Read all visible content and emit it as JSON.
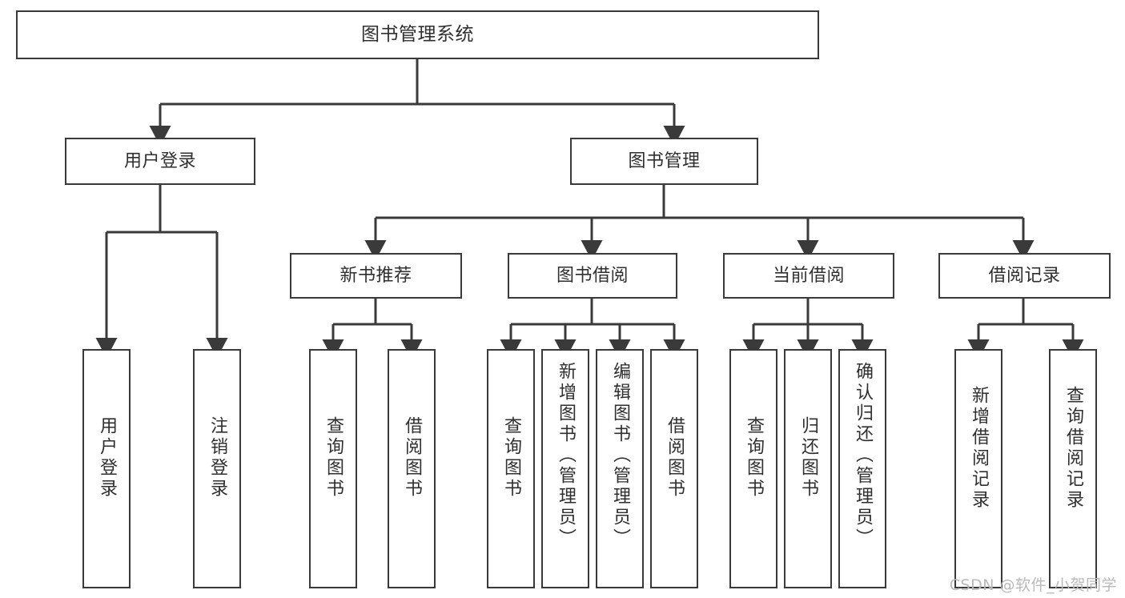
{
  "diagram": {
    "title": "图书管理系统",
    "type": "tree-hierarchy",
    "stroke_color": "#3a3a3a",
    "text_color": "#2f2f2f",
    "background_color": "#ffffff",
    "watermark": "CSDN @软件_小贺同学"
  },
  "nodes": {
    "root": {
      "label": "图书管理系统"
    },
    "level1": [
      {
        "label": "用户登录"
      },
      {
        "label": "图书管理"
      }
    ],
    "level2": [
      {
        "label": "新书推荐"
      },
      {
        "label": "图书借阅"
      },
      {
        "label": "当前借阅"
      },
      {
        "label": "借阅记录"
      }
    ],
    "leaves_user_login": [
      {
        "label": "用户登录"
      },
      {
        "label": "注销登录"
      }
    ],
    "leaves_new_books": [
      {
        "label": "查询图书"
      },
      {
        "label": "借阅图书"
      }
    ],
    "leaves_borrow": [
      {
        "label": "查询图书"
      },
      {
        "label": "新增图书（管理员）"
      },
      {
        "label": "编辑图书（管理员）"
      },
      {
        "label": "借阅图书"
      }
    ],
    "leaves_current": [
      {
        "label": "查询图书"
      },
      {
        "label": "归还图书"
      },
      {
        "label": "确认归还（管理员）"
      }
    ],
    "leaves_records": [
      {
        "label": "新增借阅记录"
      },
      {
        "label": "查询借阅记录"
      }
    ]
  }
}
